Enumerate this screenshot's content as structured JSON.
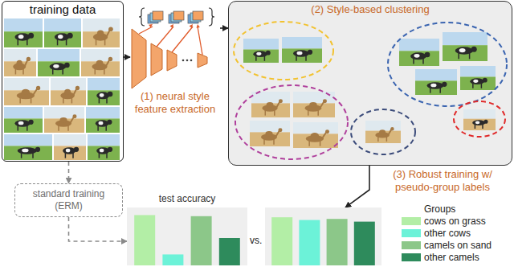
{
  "diagram": {
    "nodes": [
      {
        "text": [
          "training data"
        ]
      },
      {
        "text": [
          "(1) neural style feature extraction"
        ]
      },
      {
        "text": [
          "(2) Style-based clustering"
        ]
      },
      {
        "text": [
          "standard training (ERM)"
        ]
      },
      {
        "text": [
          "test accuracy"
        ]
      },
      {
        "text": []
      }
    ],
    "edges": [
      {
        "from": 0,
        "to": 1,
        "arrow": "to"
      },
      {
        "from": 1,
        "to": 2,
        "arrow": "to"
      },
      {
        "from": 0,
        "to": 3,
        "arrow": "to"
      },
      {
        "from": 3,
        "to": 4,
        "arrow": "to"
      },
      {
        "from": 2,
        "to": 5,
        "arrow": "to",
        "label": "(3) Robust training w/ pseudo-group labels"
      }
    ],
    "labels": [
      "vs.",
      "Groups"
    ],
    "legend": [
      {
        "text": "cows on grass",
        "color": "#b3eea6"
      },
      {
        "text": "other cows",
        "color": "#6cf2d8"
      },
      {
        "text": "camels on sand",
        "color": "#8cc789"
      },
      {
        "text": "other camels",
        "color": "#2e8b5c"
      }
    ]
  }
}
